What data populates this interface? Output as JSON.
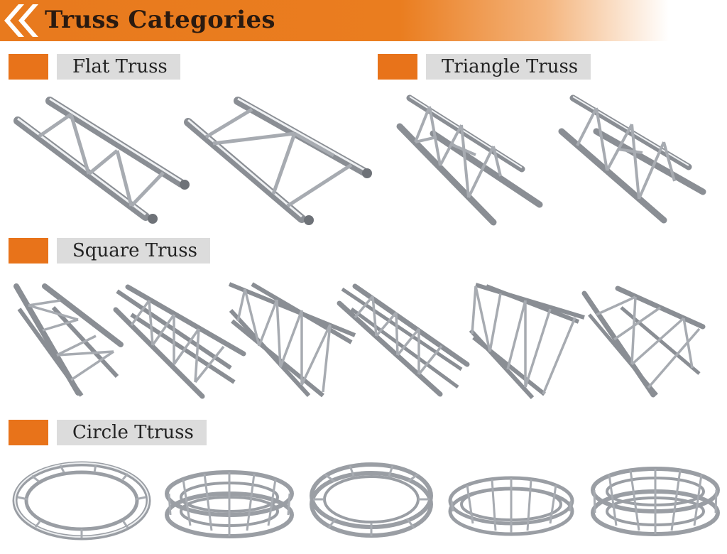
{
  "banner": {
    "title": "Truss Categories",
    "accent": "#e87a1e"
  },
  "sections": {
    "flat": {
      "label": "Flat Truss"
    },
    "triangle": {
      "label": "Triangle Truss"
    },
    "square": {
      "label": "Square Truss"
    },
    "circle": {
      "label": "Circle Ttruss"
    }
  },
  "colors": {
    "swatch": "#e8731a",
    "label_bg": "#dcdcdc",
    "metal": "#9a9ea4"
  }
}
